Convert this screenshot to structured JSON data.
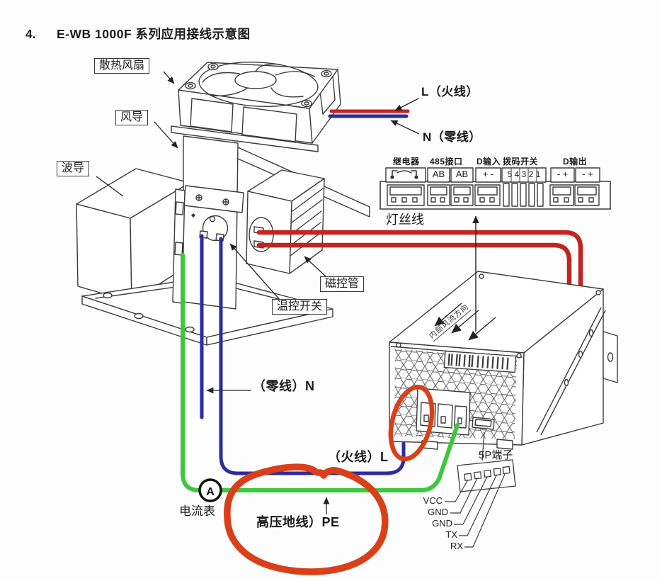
{
  "title": {
    "number": "4.",
    "text": "E-WB 1000F 系列应用接线示意图"
  },
  "component_labels": {
    "cooling_fan": "散热风扇",
    "air_duct": "风导",
    "waveguide": "波导",
    "magnetron": "磁控管",
    "thermal_switch": "温控开关"
  },
  "wire_labels": {
    "filament": "灯丝线",
    "live_top": "L（火线）",
    "neutral_top": "N（零线）",
    "neutral_mid": "（零线）N",
    "live_bottom": "（火线）L",
    "hv_ground_pe": "高压地线）PE"
  },
  "ammeter": {
    "symbol": "A",
    "label": "电流表"
  },
  "psu": {
    "airflow_note": "内部风流方向"
  },
  "terminal_strip": {
    "headers": [
      "继电器",
      "485接口",
      "D输入",
      "拨码开关",
      "D输出"
    ],
    "cells": {
      "rs485_a": "AB",
      "rs485_b": "AB",
      "d_in": "+ -",
      "dip": "5 4 3 2 1",
      "d_out_a": "- +",
      "d_out_b": "- +"
    }
  },
  "terminal_5p": {
    "label": "5P端子",
    "pins": [
      "VCC",
      "GND",
      "GND",
      "TX",
      "RX"
    ]
  },
  "colors": {
    "wire_red": "#c22421",
    "wire_blue": "#2b2ba2",
    "wire_green": "#3cc83e",
    "annotation": "#d84019",
    "line": "#3b3b3b"
  }
}
